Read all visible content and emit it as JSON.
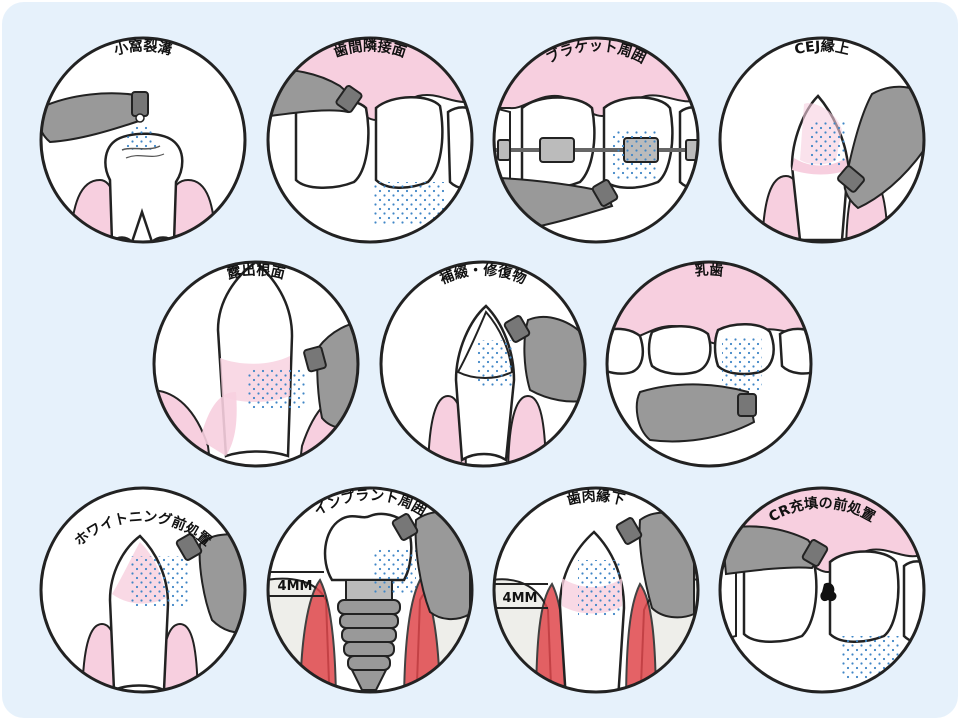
{
  "panel_color": "#e6f1fb",
  "gum_color": "#f7cfdf",
  "gum_edge_color": "#e894b4",
  "bleed_color": "#e0474c",
  "instrument_color": "#999999",
  "spray_color": "#3f86c6",
  "illustrations": [
    {
      "label": "小窩裂溝"
    },
    {
      "label": "歯間隣接面"
    },
    {
      "label": "ブラケット周囲"
    },
    {
      "label": "CEJ縁上"
    },
    {
      "label": "露出根面"
    },
    {
      "label": "補綴・修復物"
    },
    {
      "label": "乳歯"
    },
    {
      "label": "ホワイトニング前処置"
    },
    {
      "label": "インプラント周囲",
      "depth_label": "4MM"
    },
    {
      "label": "歯肉縁下",
      "depth_label": "4MM"
    },
    {
      "label": "CR充填の前処置"
    }
  ]
}
